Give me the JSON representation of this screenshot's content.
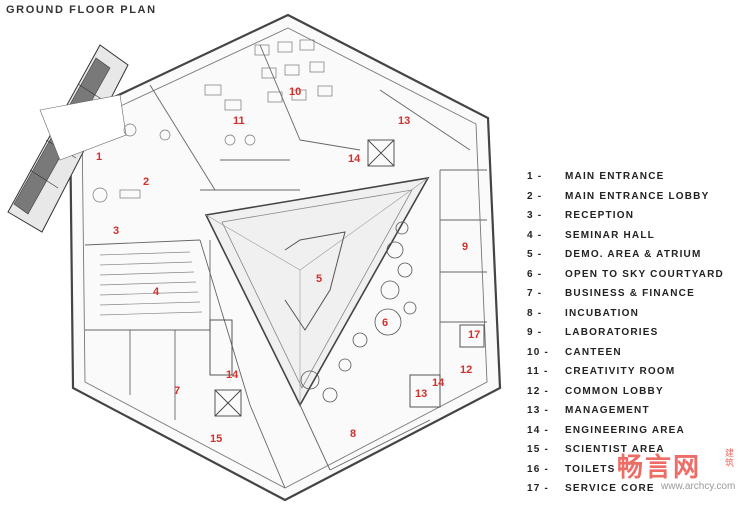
{
  "title": "GROUND FLOOR PLAN",
  "legend": [
    {
      "num": "1 -",
      "label": "MAIN ENTRANCE"
    },
    {
      "num": "2 -",
      "label": "MAIN ENTRANCE LOBBY"
    },
    {
      "num": "3 -",
      "label": "RECEPTION"
    },
    {
      "num": "4 -",
      "label": "SEMINAR HALL"
    },
    {
      "num": "5 -",
      "label": "DEMO. AREA & ATRIUM"
    },
    {
      "num": "6 -",
      "label": "OPEN TO SKY COURTYARD"
    },
    {
      "num": "7 -",
      "label": "BUSINESS  & FINANCE"
    },
    {
      "num": "8 -",
      "label": "INCUBATION"
    },
    {
      "num": "9 -",
      "label": "LABORATORIES"
    },
    {
      "num": "10 -",
      "label": "CANTEEN"
    },
    {
      "num": "11 -",
      "label": "CREATIVITY ROOM"
    },
    {
      "num": "12 -",
      "label": "COMMON LOBBY"
    },
    {
      "num": "13 -",
      "label": "MANAGEMENT"
    },
    {
      "num": "14 -",
      "label": "ENGINEERING AREA"
    },
    {
      "num": "15 -",
      "label": "SCIENTIST AREA"
    },
    {
      "num": "16 -",
      "label": "TOILETS"
    },
    {
      "num": "17 -",
      "label": "SERVICE  CORE"
    }
  ],
  "room_labels": [
    "1",
    "2",
    "3",
    "4",
    "5",
    "6",
    "7",
    "8",
    "9",
    "10",
    "11",
    "12",
    "13",
    "14",
    "14",
    "14",
    "13",
    "15",
    "17"
  ],
  "watermark": {
    "brand": "畅言网",
    "side": "建筑",
    "url": "www.archcy.com"
  },
  "colors": {
    "label_red": "#d0312d",
    "line": "#555555",
    "watermark": "#e8453c"
  }
}
